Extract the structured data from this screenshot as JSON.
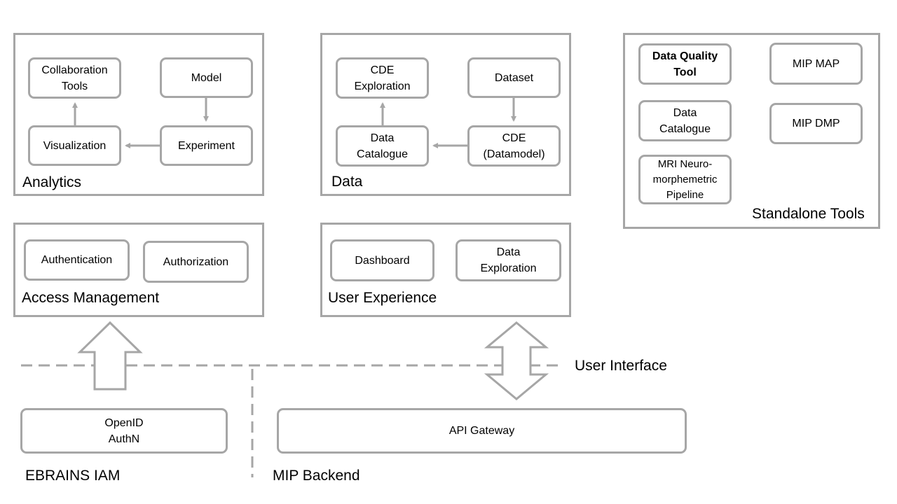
{
  "analytics": {
    "title": "Analytics",
    "collaboration_tools": "Collaboration\nTools",
    "model": "Model",
    "visualization": "Visualization",
    "experiment": "Experiment"
  },
  "data_group": {
    "title": "Data",
    "cde_exploration": "CDE\nExploration",
    "dataset": "Dataset",
    "data_catalogue": "Data\nCatalogue",
    "cde_datamodel": "CDE\n(Datamodel)"
  },
  "standalone_tools": {
    "title": "Standalone Tools",
    "data_quality_tool": "Data Quality\nTool",
    "mip_map": "MIP MAP",
    "data_catalogue": "Data\nCatalogue",
    "mip_dmp": "MIP DMP",
    "mri_pipeline": "MRI Neuro-\nmorphemetric\nPipeline"
  },
  "access_management": {
    "title": "Access Management",
    "authentication": "Authentication",
    "authorization": "Authorization"
  },
  "user_experience": {
    "title": "User Experience",
    "dashboard": "Dashboard",
    "data_exploration": "Data\nExploration"
  },
  "user_interface_label": "User Interface",
  "ebrains_iam": {
    "title": "EBRAINS IAM",
    "openid": "OpenID\nAuthN"
  },
  "mip_backend": {
    "title": "MIP Backend",
    "api_gateway": "API Gateway"
  }
}
